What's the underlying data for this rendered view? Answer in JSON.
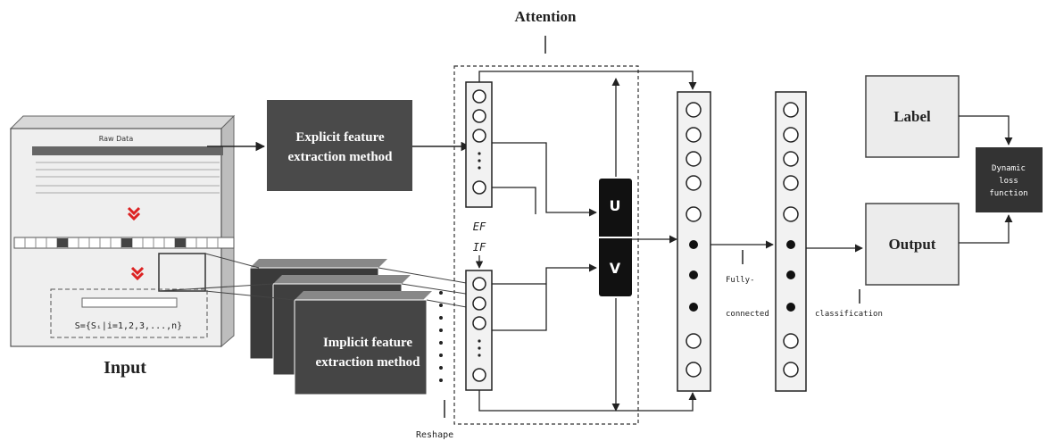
{
  "title": "Attention",
  "input": {
    "caption": "Input",
    "table_title": "Raw Data",
    "formula": "S={Sᵢ|i=1,2,3,...,n}"
  },
  "explicit_box": {
    "line1": "Explicit feature",
    "line2": "extraction method"
  },
  "implicit_box": {
    "line1": "Implicit feature",
    "line2": "extraction method"
  },
  "labels": {
    "ef": "EF",
    "if": "IF",
    "u": "U",
    "v": "V",
    "fully1": "Fully-",
    "fully2": "connected",
    "classification": "classification",
    "reshape": "Reshape"
  },
  "label_box": "Label",
  "output_box": "Output",
  "loss_box": {
    "line1": "Dynamic",
    "line2": "loss",
    "line3": "function"
  },
  "colors": {
    "dark_box": "#4a4a4a",
    "black_box": "#111111",
    "light_box": "#ececec",
    "stroke": "#222222"
  }
}
